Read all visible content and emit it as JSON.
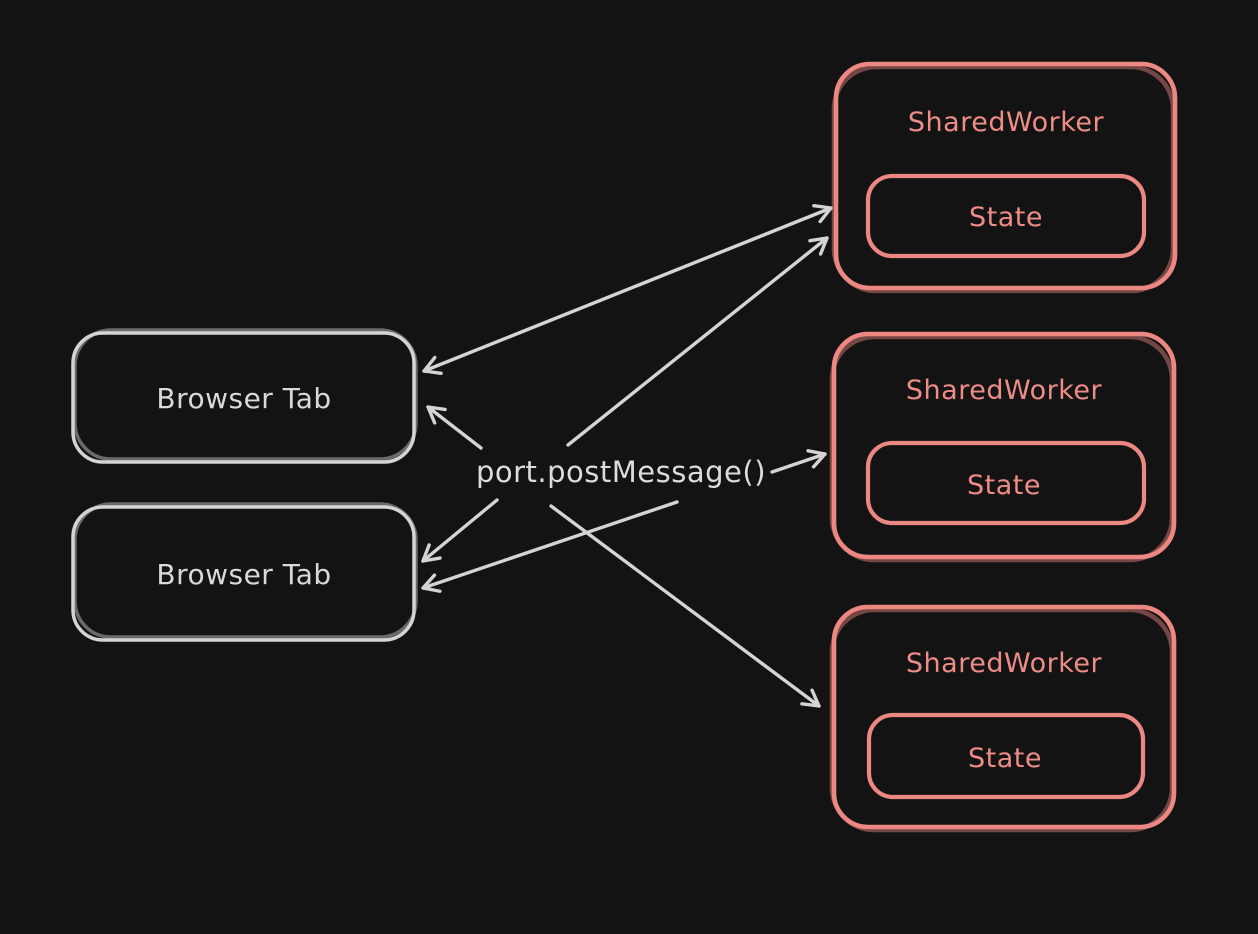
{
  "diagram": {
    "background": "#131313",
    "ink_color": "#d4d4d4",
    "accent_color": "#ec8782",
    "center_label": "port.postMessage()",
    "browser_tabs": [
      {
        "label": "Browser Tab"
      },
      {
        "label": "Browser Tab"
      }
    ],
    "shared_workers": [
      {
        "label": "SharedWorker",
        "state": "State"
      },
      {
        "label": "SharedWorker",
        "state": "State"
      },
      {
        "label": "SharedWorker",
        "state": "State"
      }
    ],
    "edges": [
      {
        "id": "tab1-worker1",
        "from": "browser-tab-1",
        "to": "shared-worker-1",
        "arrows": "both"
      },
      {
        "id": "label-worker1",
        "from": "post-message-label",
        "to": "shared-worker-1",
        "arrows": "end"
      },
      {
        "id": "label-tab1",
        "from": "post-message-label",
        "to": "browser-tab-1",
        "arrows": "end"
      },
      {
        "id": "label-worker2",
        "from": "post-message-label",
        "to": "shared-worker-2",
        "arrows": "end"
      },
      {
        "id": "label-tab2-long",
        "from": "post-message-label",
        "to": "browser-tab-2",
        "arrows": "end"
      },
      {
        "id": "label-tab2-short",
        "from": "post-message-label",
        "to": "browser-tab-2",
        "arrows": "end"
      },
      {
        "id": "label-worker3",
        "from": "post-message-label",
        "to": "shared-worker-3",
        "arrows": "end"
      }
    ]
  }
}
